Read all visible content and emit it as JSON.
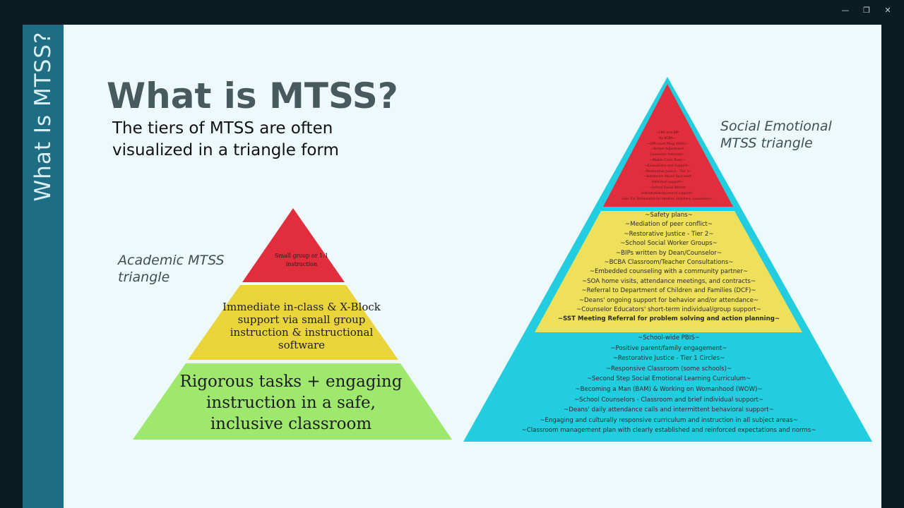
{
  "window": {
    "minimize": "—",
    "restore": "❐",
    "close": "✕"
  },
  "sidebar": {
    "title": "What Is MTSS?"
  },
  "title": "What is MTSS?",
  "subtitle": "The tiers of MTSS are often visualized in a triangle form",
  "academic": {
    "label": "Academic MTSS triangle",
    "colors": {
      "tier3": "#e22d3c",
      "tier2": "#ead43c",
      "tier1": "#9ee86e"
    },
    "tier3": "Small group or 1:1 instruction",
    "tier2": "Immediate in-class & X-Block support via small group instruction & instructional software",
    "tier1": "Rigorous tasks + engaging instruction in a safe, inclusive classroom"
  },
  "social_emotional": {
    "label": "Social Emotional MTSS triangle",
    "colors": {
      "tier3": "#e22d3c",
      "tier2": "#eee05a",
      "tier1": "#22cde0"
    },
    "tier3_items": [
      "~FBA and BIP",
      "by BCBA~",
      "~CPA court filing (SOA)~",
      "~School Adjustment",
      "Counselor Referrals~",
      "~Mobile Crisis Team~",
      "~Evaluations and Support~",
      "~Restorative Justice - Tier 3~",
      "~Substance Abuse Specialist",
      "individual support~",
      "~School Social Worker",
      "individual/wraparound support~",
      "Gen. Ed. Behaviorist for families, teachers, counselors~"
    ],
    "tier2_items": [
      "~Safety plans~",
      "~Mediation of peer conflict~",
      "~Restorative Justice - Tier 2~",
      "~School Social Worker Groups~",
      "~BIPs written by Dean/Counselor~",
      "~BCBA Classroom/Teacher Consultations~",
      "~Embedded counseling with a community partner~",
      "~SOA home visits, attendance meetings, and contracts~",
      "~Referral to Department of Children and Families (DCF)~",
      "~Deans' ongoing support for behavior and/or attendance~",
      "~Counselor Educators' short-term individual/group support~",
      "~SST Meeting Referral for problem solving and action planning~"
    ],
    "tier1_items": [
      "~School-wide PBIS~",
      "~Positive parent/family engagement~",
      "~Restorative Justice - Tier 1 Circles~",
      "~Responsive Classroom (some schools)~",
      "~Second Step Social Emotional Learning Curriculum~",
      "~Becoming a Man (BAM) & Working on Womanhood (WOW)~",
      "~School Counselors - Classroom and brief individual support~",
      "~Deans' daily attendance calls and intermittent behavioral support~",
      "~Engaging and culturally responsive curriculum and instruction in all subject areas~",
      "~Classroom management plan with clearly established and reinforced expectations and norms~"
    ]
  }
}
